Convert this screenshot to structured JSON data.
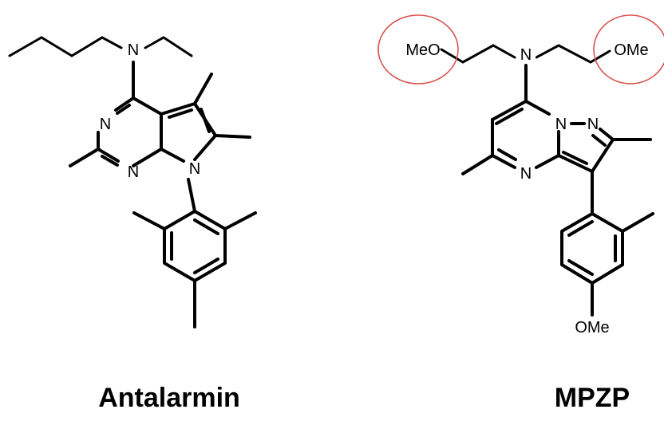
{
  "molecules": [
    {
      "name": "Antalarmin",
      "atoms": {
        "n_amine": "N",
        "n_ring1": "N",
        "n_ring2": "N",
        "n_pyrrole": "N"
      }
    },
    {
      "name": "MPZP",
      "atoms": {
        "meo_left": "MeO",
        "ome_right": "OMe",
        "n_amine": "N",
        "n_bridge": "N",
        "n_pyrazole": "N",
        "n_ring": "N",
        "ome_aryl": "OMe"
      }
    }
  ],
  "highlight_color": "#d9534f"
}
